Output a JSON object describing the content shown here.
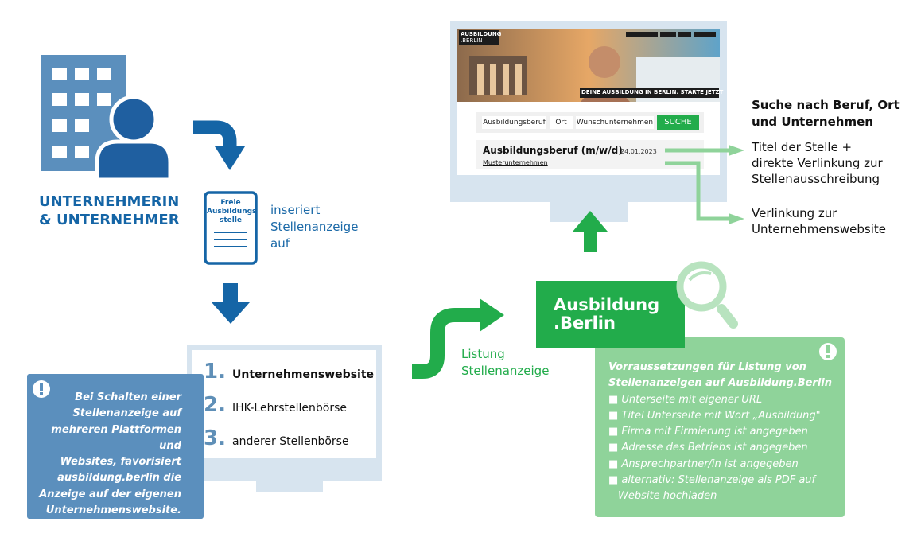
{
  "company": {
    "label_line1": "UNTERNEHMERIN",
    "label_line2": "& UNTERNEHMER"
  },
  "job_doc": {
    "line1": "Freie",
    "line2": "Ausbildungs",
    "line3": "stelle"
  },
  "insert_label": {
    "line1": "inseriert",
    "line2": "Stellenanzeige",
    "line3": "auf"
  },
  "channels": {
    "items": [
      {
        "num": "1.",
        "label": "Unternehmenswebsite"
      },
      {
        "num": "2.",
        "label": "IHK-Lehrstellenbörse"
      },
      {
        "num": "3.",
        "label": "anderer Stellenbörse"
      }
    ]
  },
  "tip_box": {
    "icon": "exclamation-icon",
    "lines": [
      "Bei Schalten einer",
      "Stellenanzeige auf",
      "mehreren Plattformen und",
      "Websites, favorisiert",
      "ausbildung.berlin die",
      "Anzeige auf der eigenen",
      "Unternehmenswebsite."
    ]
  },
  "listing_label": {
    "line1": "Listung",
    "line2": "Stellenanzeige"
  },
  "brand": {
    "line1": "Ausbildung",
    "line2": ".Berlin"
  },
  "requirements": {
    "title_line1": "Vorraussetzungen für Listung von",
    "title_line2": "Stellenanzeigen auf Ausbildung.Berlin",
    "items": [
      "Unterseite mit eigener URL",
      "Titel Unterseite mit Wort „Ausbildung\"",
      "Firma mit Firmierung ist angegeben",
      "Adresse des Betriebs ist angegeben",
      "Ansprechpartner/in ist angegeben",
      "alternativ: Stellenanzeige als PDF auf"
    ],
    "item_continuation": "Website hochladen"
  },
  "website": {
    "logo_line1": "AUSBILDUNG",
    "logo_line2": ".BERLIN",
    "banner": "DEINE AUSBILDUNG IN BERLIN. STARTE JETZT",
    "search_fields": [
      "Ausbildungsberuf",
      "Ort",
      "Wunschunternehmen"
    ],
    "search_button": "SUCHE",
    "result_title": "Ausbildungsberuf (m/w/d)",
    "result_date": "24.01.2023",
    "result_company": "Musterunternehmen"
  },
  "annotations": {
    "search_line1": "Suche nach Beruf, Ort",
    "search_line2": "und Unternehmen",
    "title_line1": "Titel der Stelle +",
    "title_line2": "direkte Verlinkung zur",
    "title_line3": "Stellenausschreibung",
    "link_line1": "Verlinkung zur",
    "link_line2": "Unternehmenswebsite"
  },
  "colors": {
    "dark_blue": "#1565a6",
    "steel_blue": "#5b8fbd",
    "light_blue": "#d7e4ef",
    "green": "#22ac4b",
    "light_green": "#8fd39a"
  }
}
